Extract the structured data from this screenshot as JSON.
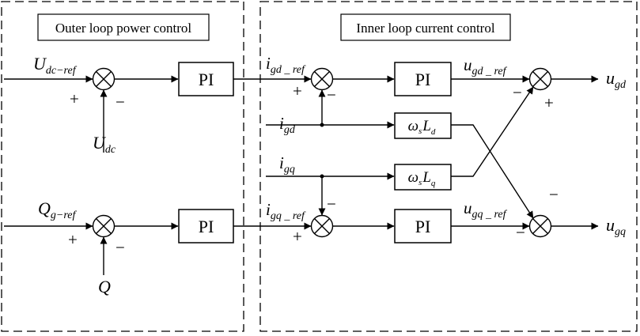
{
  "panels": {
    "outer_title": "Outer loop power control",
    "inner_title": "Inner loop current control"
  },
  "blocks": {
    "pi": "PI",
    "omega": "ω",
    "omega_sub": "s",
    "L": "L",
    "d": "d",
    "q": "q"
  },
  "signals": {
    "U_dc_ref": {
      "main": "U",
      "sub": "dc−ref"
    },
    "U_dc": {
      "main": "U",
      "sub": "dc"
    },
    "Q_g_ref": {
      "main": "Q",
      "sub": "g−ref"
    },
    "Q": {
      "main": "Q"
    },
    "i_gd_ref": {
      "main": "i",
      "sub": "gd _ ref"
    },
    "i_gq_ref": {
      "main": "i",
      "sub": "gq _ ref"
    },
    "i_gd": {
      "main": "i",
      "sub": "gd"
    },
    "i_gq": {
      "main": "i",
      "sub": "gq"
    },
    "u_gd_ref": {
      "main": "u",
      "sub": "gd _ ref"
    },
    "u_gq_ref": {
      "main": "u",
      "sub": "gq _ ref"
    },
    "u_gd": {
      "main": "u",
      "sub": "gd"
    },
    "u_gq": {
      "main": "u",
      "sub": "gq"
    }
  },
  "signs": {
    "plus": "+",
    "minus": "−"
  }
}
